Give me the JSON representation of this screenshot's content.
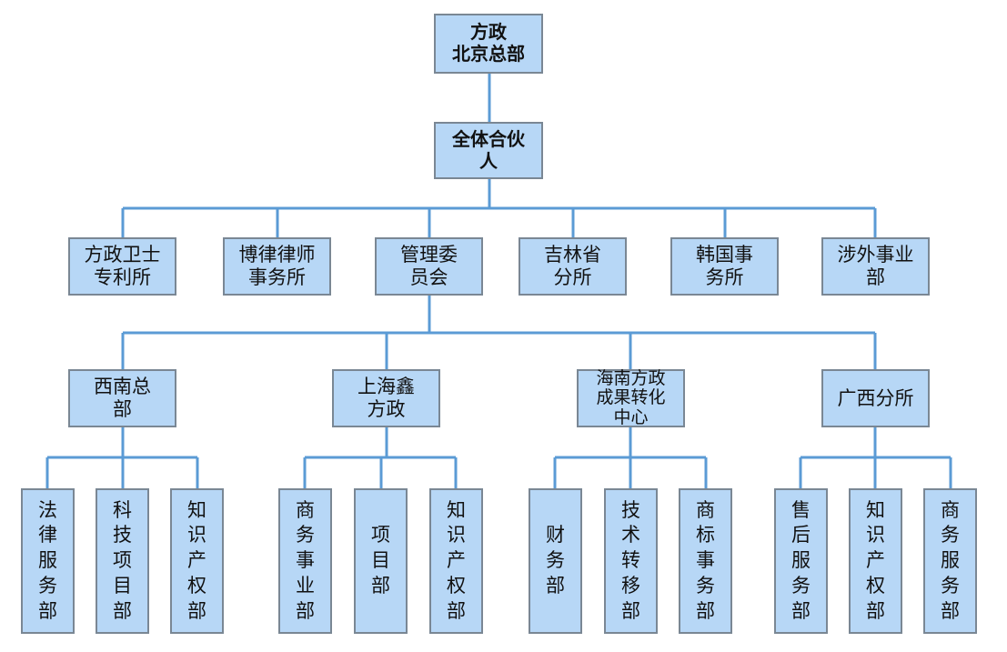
{
  "nodes": {
    "hq": "方政\n北京总部",
    "partners": "全体合伙\n人",
    "l2_1": "方政卫士\n专利所",
    "l2_2": "博律律师\n事务所",
    "l2_3": "管理委\n员会",
    "l2_4": "吉林省\n分所",
    "l2_5": "韩国事\n务所",
    "l2_6": "涉外事业\n部",
    "l3_1": "西南总\n部",
    "l3_2": "上海鑫\n方政",
    "l3_3": "海南方政\n成果转化\n中心",
    "l3_4": "广西分所",
    "l4_1": "法\n律\n服\n务\n部",
    "l4_2": "科\n技\n项\n目\n部",
    "l4_3": "知\n识\n产\n权\n部",
    "l4_4": "商\n务\n事\n业\n部",
    "l4_5": "项\n目\n部",
    "l4_6": "知\n识\n产\n权\n部",
    "l4_7": "财\n务\n部",
    "l4_8": "技\n术\n转\n移\n部",
    "l4_9": "商\n标\n事\n务\n部",
    "l4_10": "售\n后\n服\n务\n部",
    "l4_11": "知\n识\n产\n权\n部",
    "l4_12": "商\n务\n服\n务\n部"
  },
  "colors": {
    "box_fill": "#b7d7f6",
    "box_border": "#7a8794",
    "connector": "#5b9bd5"
  }
}
